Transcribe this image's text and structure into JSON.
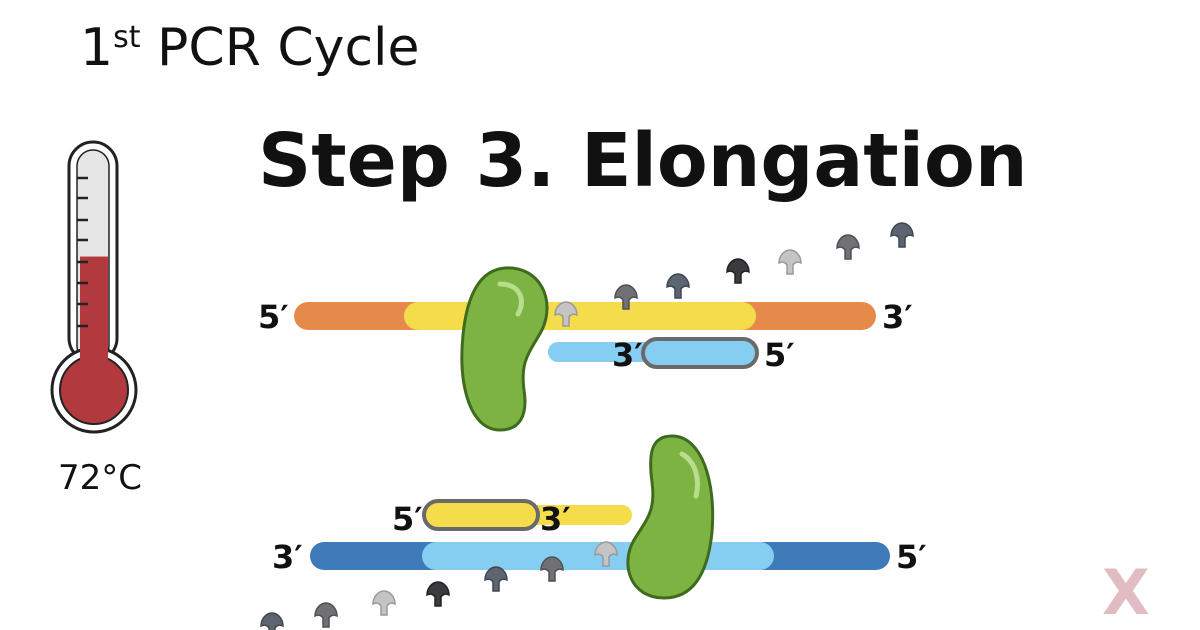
{
  "header": {
    "cycle_number": "1",
    "cycle_suffix": "st",
    "cycle_title": " PCR Cycle",
    "step_title": "Step 3. Elongation"
  },
  "thermometer": {
    "temperature": "72°C",
    "fill_level": 0.52,
    "fill_color": "#b23a3f"
  },
  "strand_labels": {
    "top_left": "5′",
    "top_right": "3′",
    "top_primer_left": "3′",
    "top_primer_right": "5′",
    "bottom_primer_left": "5′",
    "bottom_primer_right": "3′",
    "bottom_left": "3′",
    "bottom_right": "5′"
  },
  "colors": {
    "top_strand": "#e58a4b",
    "top_region": "#f5dc4a",
    "bottom_strand": "#3f7ab8",
    "bottom_region": "#86cdf2",
    "polymerase": "#7cb342",
    "nucleotide_dark": "#3a3a3f",
    "nucleotide_mid": "#707075",
    "nucleotide_light": "#c4c4c4"
  },
  "logo": {
    "text": "X"
  }
}
